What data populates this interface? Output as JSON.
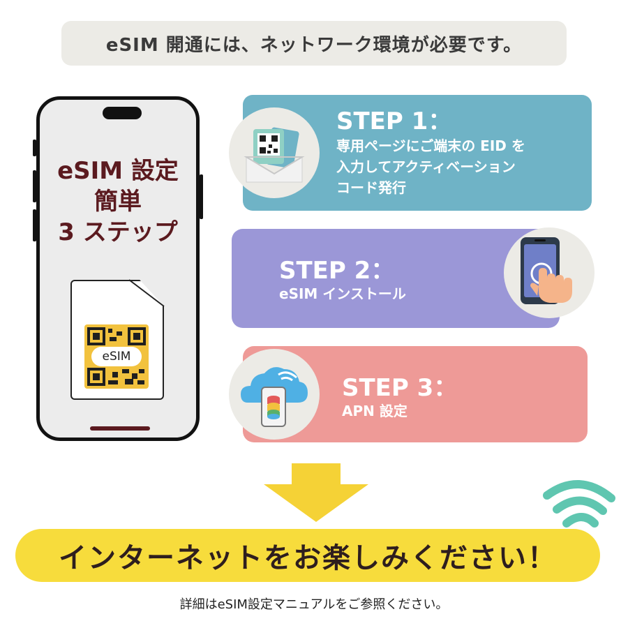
{
  "banner": {
    "text": "eSIM 開通には、ネットワーク環境が必要です。"
  },
  "phone": {
    "title_lines": [
      "eSIM 設定",
      "簡単",
      "3 ステップ"
    ],
    "sim_label": "eSIM"
  },
  "steps": [
    {
      "title": "STEP 1：",
      "desc_lines": [
        "専用ページにご端末の EID を",
        "入力してアクティベーション",
        "コード発行"
      ],
      "icon": "qr-envelope-icon",
      "color": "#6fb3c6"
    },
    {
      "title": "STEP 2：",
      "desc_lines": [
        "eSIM インストール"
      ],
      "icon": "phone-tap-icon",
      "color": "#9b97d7"
    },
    {
      "title": "STEP 3：",
      "desc_lines": [
        "APN 設定"
      ],
      "icon": "cloud-phone-icon",
      "color": "#ee9a97"
    }
  ],
  "cta": {
    "text": "インターネットをお楽しみください！"
  },
  "footer": {
    "text": "詳細はeSIM設定マニュアルをご参照ください。"
  },
  "colors": {
    "accent_dark": "#5b1a1f",
    "cta_yellow": "#f7dc3c",
    "arrow_yellow": "#f5d236",
    "wifi_teal": "#5fc6b0"
  }
}
